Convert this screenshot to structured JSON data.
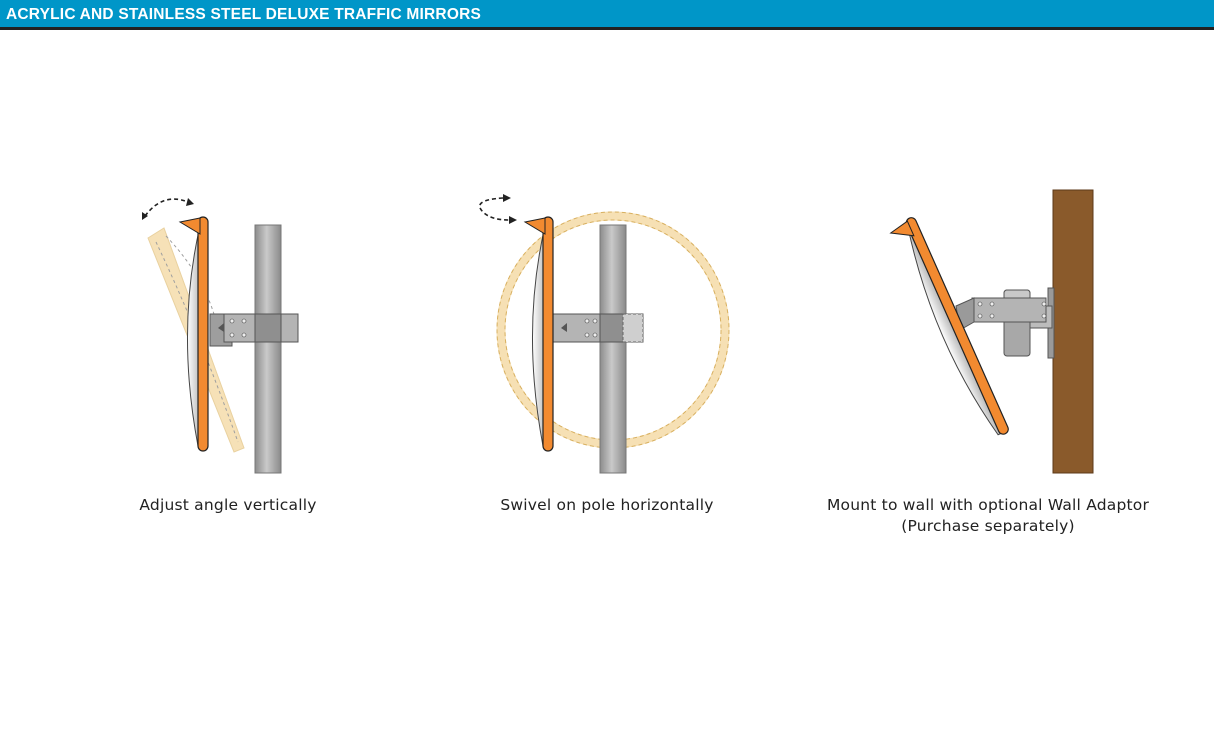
{
  "header": {
    "title": "ACRYLIC AND STAINLESS STEEL DELUXE TRAFFIC MIRRORS"
  },
  "colors": {
    "header_bg": "#0096c8",
    "mirror_frame": "#f28a30",
    "pole": "#a8a8a8",
    "ghost": "#f6e0b4",
    "wall": "#8a5a2b"
  },
  "panels": [
    {
      "caption_lines": [
        "Adjust angle vertically"
      ],
      "icon": "vertical-tilt-arrow-icon"
    },
    {
      "caption_lines": [
        "Swivel on pole horizontally"
      ],
      "icon": "horizontal-swivel-arrow-icon"
    },
    {
      "caption_lines": [
        "Mount to wall with optional Wall Adaptor",
        "(Purchase separately)"
      ],
      "icon": "wall-mount-icon"
    }
  ]
}
